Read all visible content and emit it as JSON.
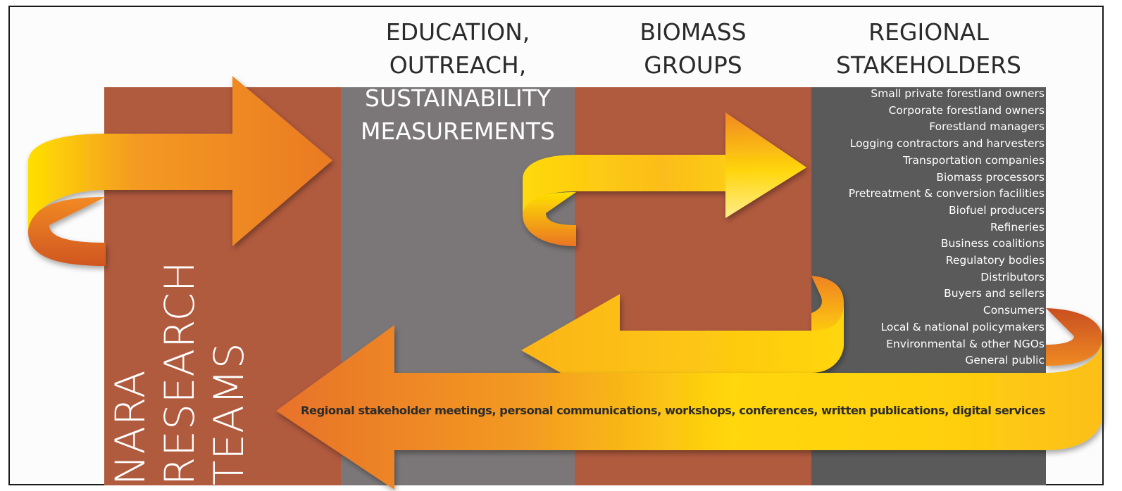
{
  "columns": {
    "nara": {
      "title_lines": [
        "NARA",
        "RESEARCH",
        "TEAMS"
      ]
    },
    "education": {
      "title_lines": [
        "EDUCATION,",
        "OUTREACH,",
        "SUSTAINABILITY",
        "MEASUREMENTS"
      ]
    },
    "biomass": {
      "title_lines": [
        "BIOMASS",
        "GROUPS"
      ]
    },
    "regional": {
      "title_lines": [
        "REGIONAL",
        "STAKEHOLDERS"
      ],
      "stakeholders": [
        "Small private forestland owners",
        "Corporate forestland owners",
        "Forestland managers",
        "Logging contractors and harvesters",
        "Transportation companies",
        "Biomass processors",
        "Pretreatment & conversion facilities",
        "Biofuel producers",
        "Refineries",
        "Business coalitions",
        "Regulatory bodies",
        "Distributors",
        "Buyers and sellers",
        "Consumers",
        "Local & national policymakers",
        "Environmental & other NGOs",
        "General public"
      ]
    }
  },
  "communication_channels": "Regional stakeholder meetings, personal communications, workshops, conferences, written publications, digital services",
  "colors": {
    "brick": "#b05a3e",
    "gray": "#7b7778",
    "dark_gray": "#5a5a5a",
    "arrow_orange": "#e8782a",
    "arrow_yellow": "#ffd400"
  }
}
